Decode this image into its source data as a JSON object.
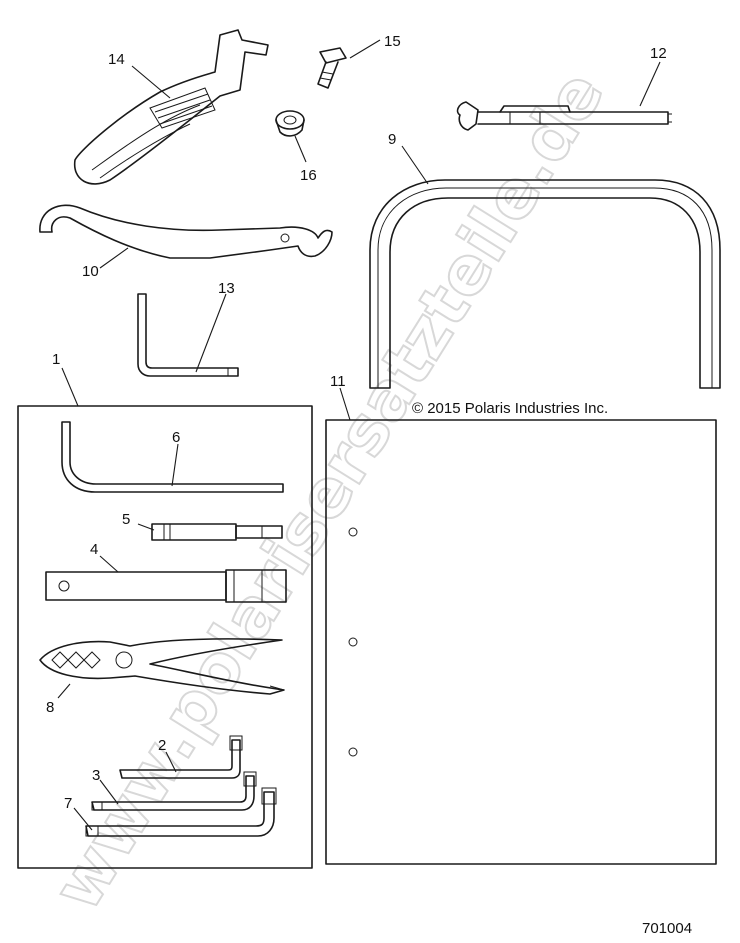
{
  "watermark": "www.polarisersatzteile.de",
  "copyright": "© 2015 Polaris Industries Inc.",
  "diagram_number": "701004",
  "callouts": {
    "c1": "1",
    "c2": "2",
    "c3": "3",
    "c4": "4",
    "c5": "5",
    "c6": "6",
    "c7": "7",
    "c8": "8",
    "c9": "9",
    "c10": "10",
    "c11": "11",
    "c12": "12",
    "c13": "13",
    "c14": "14",
    "c15": "15",
    "c16": "16"
  },
  "colors": {
    "line": "#1a1a1a",
    "background": "#ffffff",
    "watermark": "#d4d4d4"
  }
}
